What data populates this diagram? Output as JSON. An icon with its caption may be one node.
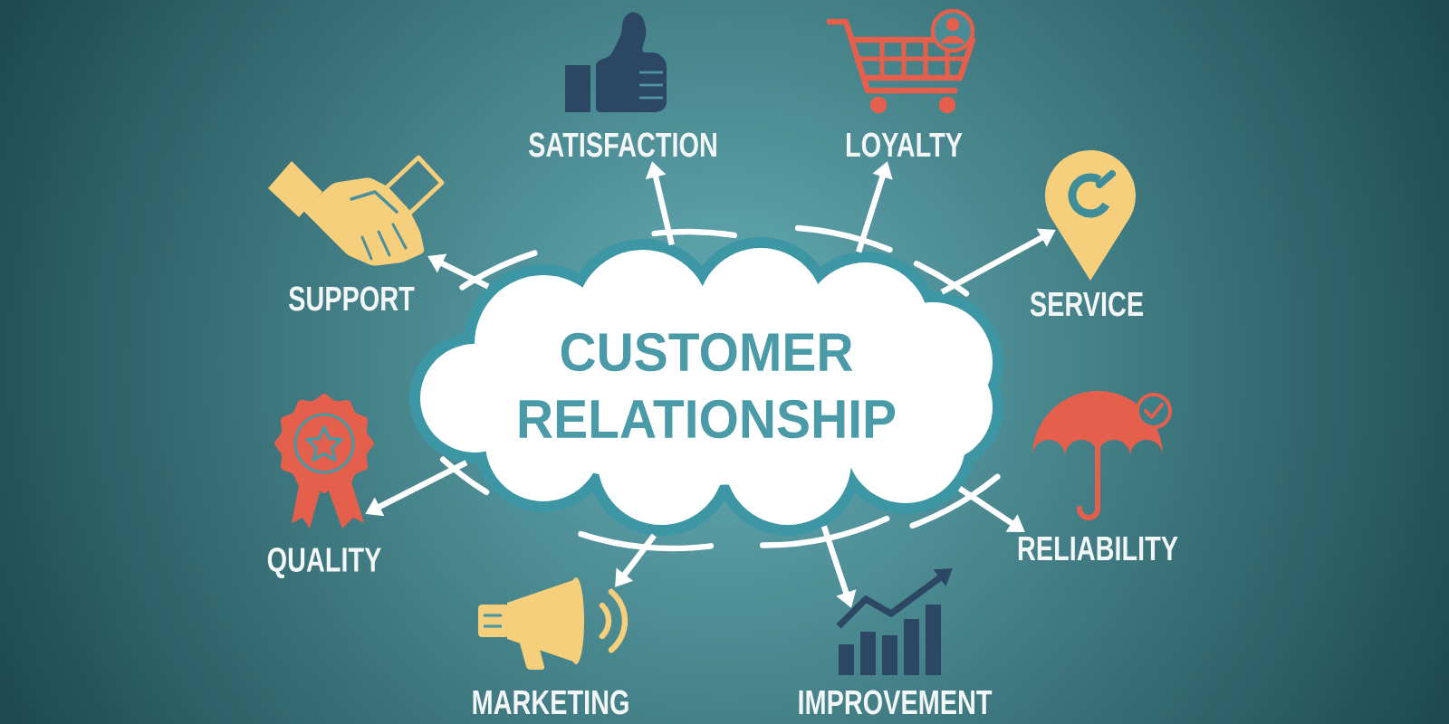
{
  "diagram": {
    "nodes": [
      {
        "text": [
          "CUSTOMER RELATIONSHIP"
        ]
      },
      {
        "text": [
          "SATISFACTION"
        ]
      },
      {
        "text": [
          "LOYALTY"
        ]
      },
      {
        "text": [
          "SUPPORT"
        ]
      },
      {
        "text": [
          "SERVICE"
        ]
      },
      {
        "text": [
          "QUALITY"
        ]
      },
      {
        "text": [
          "RELIABILITY"
        ]
      },
      {
        "text": [
          "MARKETING"
        ]
      },
      {
        "text": [
          "IMPROVEMENT"
        ]
      }
    ],
    "edges": [
      {
        "from": 0,
        "to": 1,
        "arrow": "to"
      },
      {
        "from": 0,
        "to": 2,
        "arrow": "to"
      },
      {
        "from": 0,
        "to": 3,
        "arrow": "to"
      },
      {
        "from": 0,
        "to": 4,
        "arrow": "to"
      },
      {
        "from": 0,
        "to": 5,
        "arrow": "to"
      },
      {
        "from": 0,
        "to": 6,
        "arrow": "to"
      },
      {
        "from": 0,
        "to": 7,
        "arrow": "to"
      },
      {
        "from": 0,
        "to": 8,
        "arrow": "to"
      }
    ]
  }
}
